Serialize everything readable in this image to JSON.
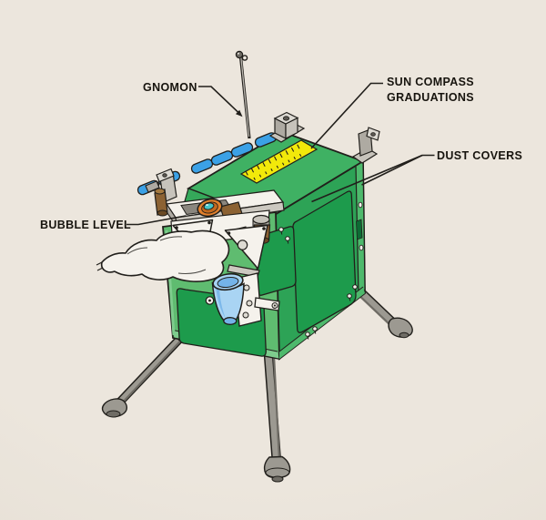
{
  "figure": {
    "type": "technical-illustration",
    "subject": "Green lunar experiment package on splayed tripod legs with gnomon rod, sun compass strip, dust covers and bubble level",
    "labels": {
      "gnomon": "GNOMON",
      "sun_compass": [
        "SUN COMPASS",
        "GRADUATIONS"
      ],
      "dust_covers": "DUST COVERS",
      "bubble_level": "BUBBLE LEVEL"
    }
  },
  "colors": {
    "paper": "#ece6dd",
    "paper_edge": "#e4ddd2",
    "ink": "#211f1b",
    "text": "#17140e",
    "green_top": "#3fb163",
    "green_right": "#2da356",
    "green_front": "#5fbc70",
    "green_panel": "#1d9b4c",
    "green_flange": "#4eb96c",
    "green_bevel": "#35a85a",
    "green_light": "#7ecc8d",
    "green_slot": "#0d6b34",
    "yellow": "#f2e90a",
    "blue_capsule": "#3ba1e6",
    "blue_cup": "#a9d4f3",
    "blue_cup_deep": "#74b3e8",
    "orange": "#e2802c",
    "orange_deep": "#c2691f",
    "teal": "#47c5c8",
    "teal_light": "#d9f4f4",
    "brown": "#8c6233",
    "brown_dark": "#6b4a24",
    "brown_light": "#a5793f",
    "metal": "#c7c3bb",
    "metal_dark": "#aeaaa2",
    "metal_light": "#dcd9d2",
    "hole": "#5c5953",
    "white_part": "#f5f2ec",
    "white_shadow": "#ccc8c0",
    "leg": "#9c9991",
    "leg_dark": "#6f6c65"
  }
}
